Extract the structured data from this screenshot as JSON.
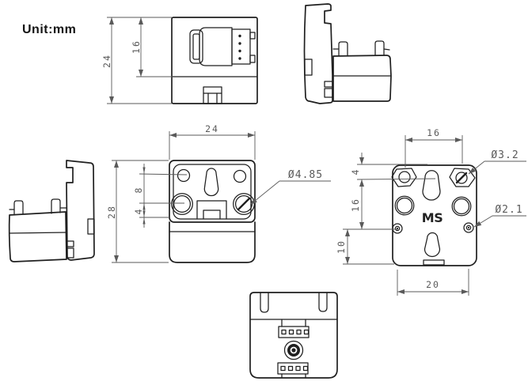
{
  "unit_label": "Unit:mm",
  "logo_text": "MS",
  "dims": {
    "top_height": "24",
    "top_inner_height": "16",
    "front_width": "24",
    "front_height": "28",
    "front_hole_gap": "8",
    "front_hole_offset": "4",
    "front_gear_dia": "Ø4.85",
    "back_hole_pitch_x": "16",
    "back_top_offset": "4",
    "back_hole_pitch_y": "16",
    "back_bottom_offset": "10",
    "back_base_pitch": "20",
    "back_mount_hole_dia": "Ø3.2",
    "back_pin_hole_dia": "Ø2.1"
  },
  "colors": {
    "outline": "#1f1f1f",
    "dimension": "#5a5a5a",
    "background": "#ffffff"
  }
}
